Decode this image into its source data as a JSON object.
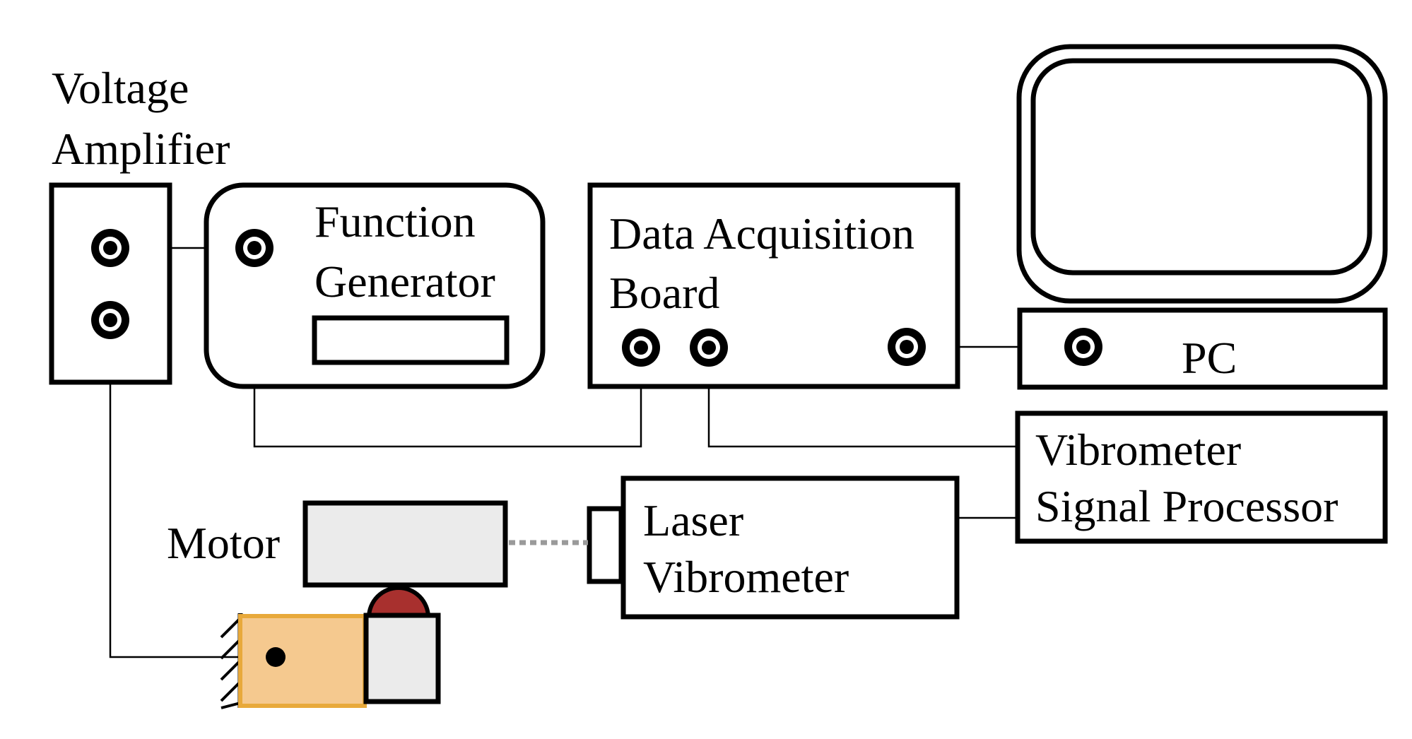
{
  "labels": {
    "voltage_amplifier_line1": "Voltage",
    "voltage_amplifier_line2": "Amplifier",
    "function_generator_line1": "Function",
    "function_generator_line2": "Generator",
    "daq_line1": "Data Acquisition",
    "daq_line2": "Board",
    "pc": "PC",
    "vsp_line1": "Vibrometer",
    "vsp_line2": "Signal Processor",
    "laser_line1": "Laser",
    "laser_line2": "Vibrometer",
    "motor": "Motor"
  },
  "colors": {
    "line": "#000000",
    "motor_body": "#ebebeb",
    "piezo_actuator": "#f5c98f",
    "piezo_actuator_stroke": "#e8a93b",
    "mount_block": "#ebebeb",
    "red_cap": "#a8302e",
    "laser_beam": "#9a9a9a"
  }
}
